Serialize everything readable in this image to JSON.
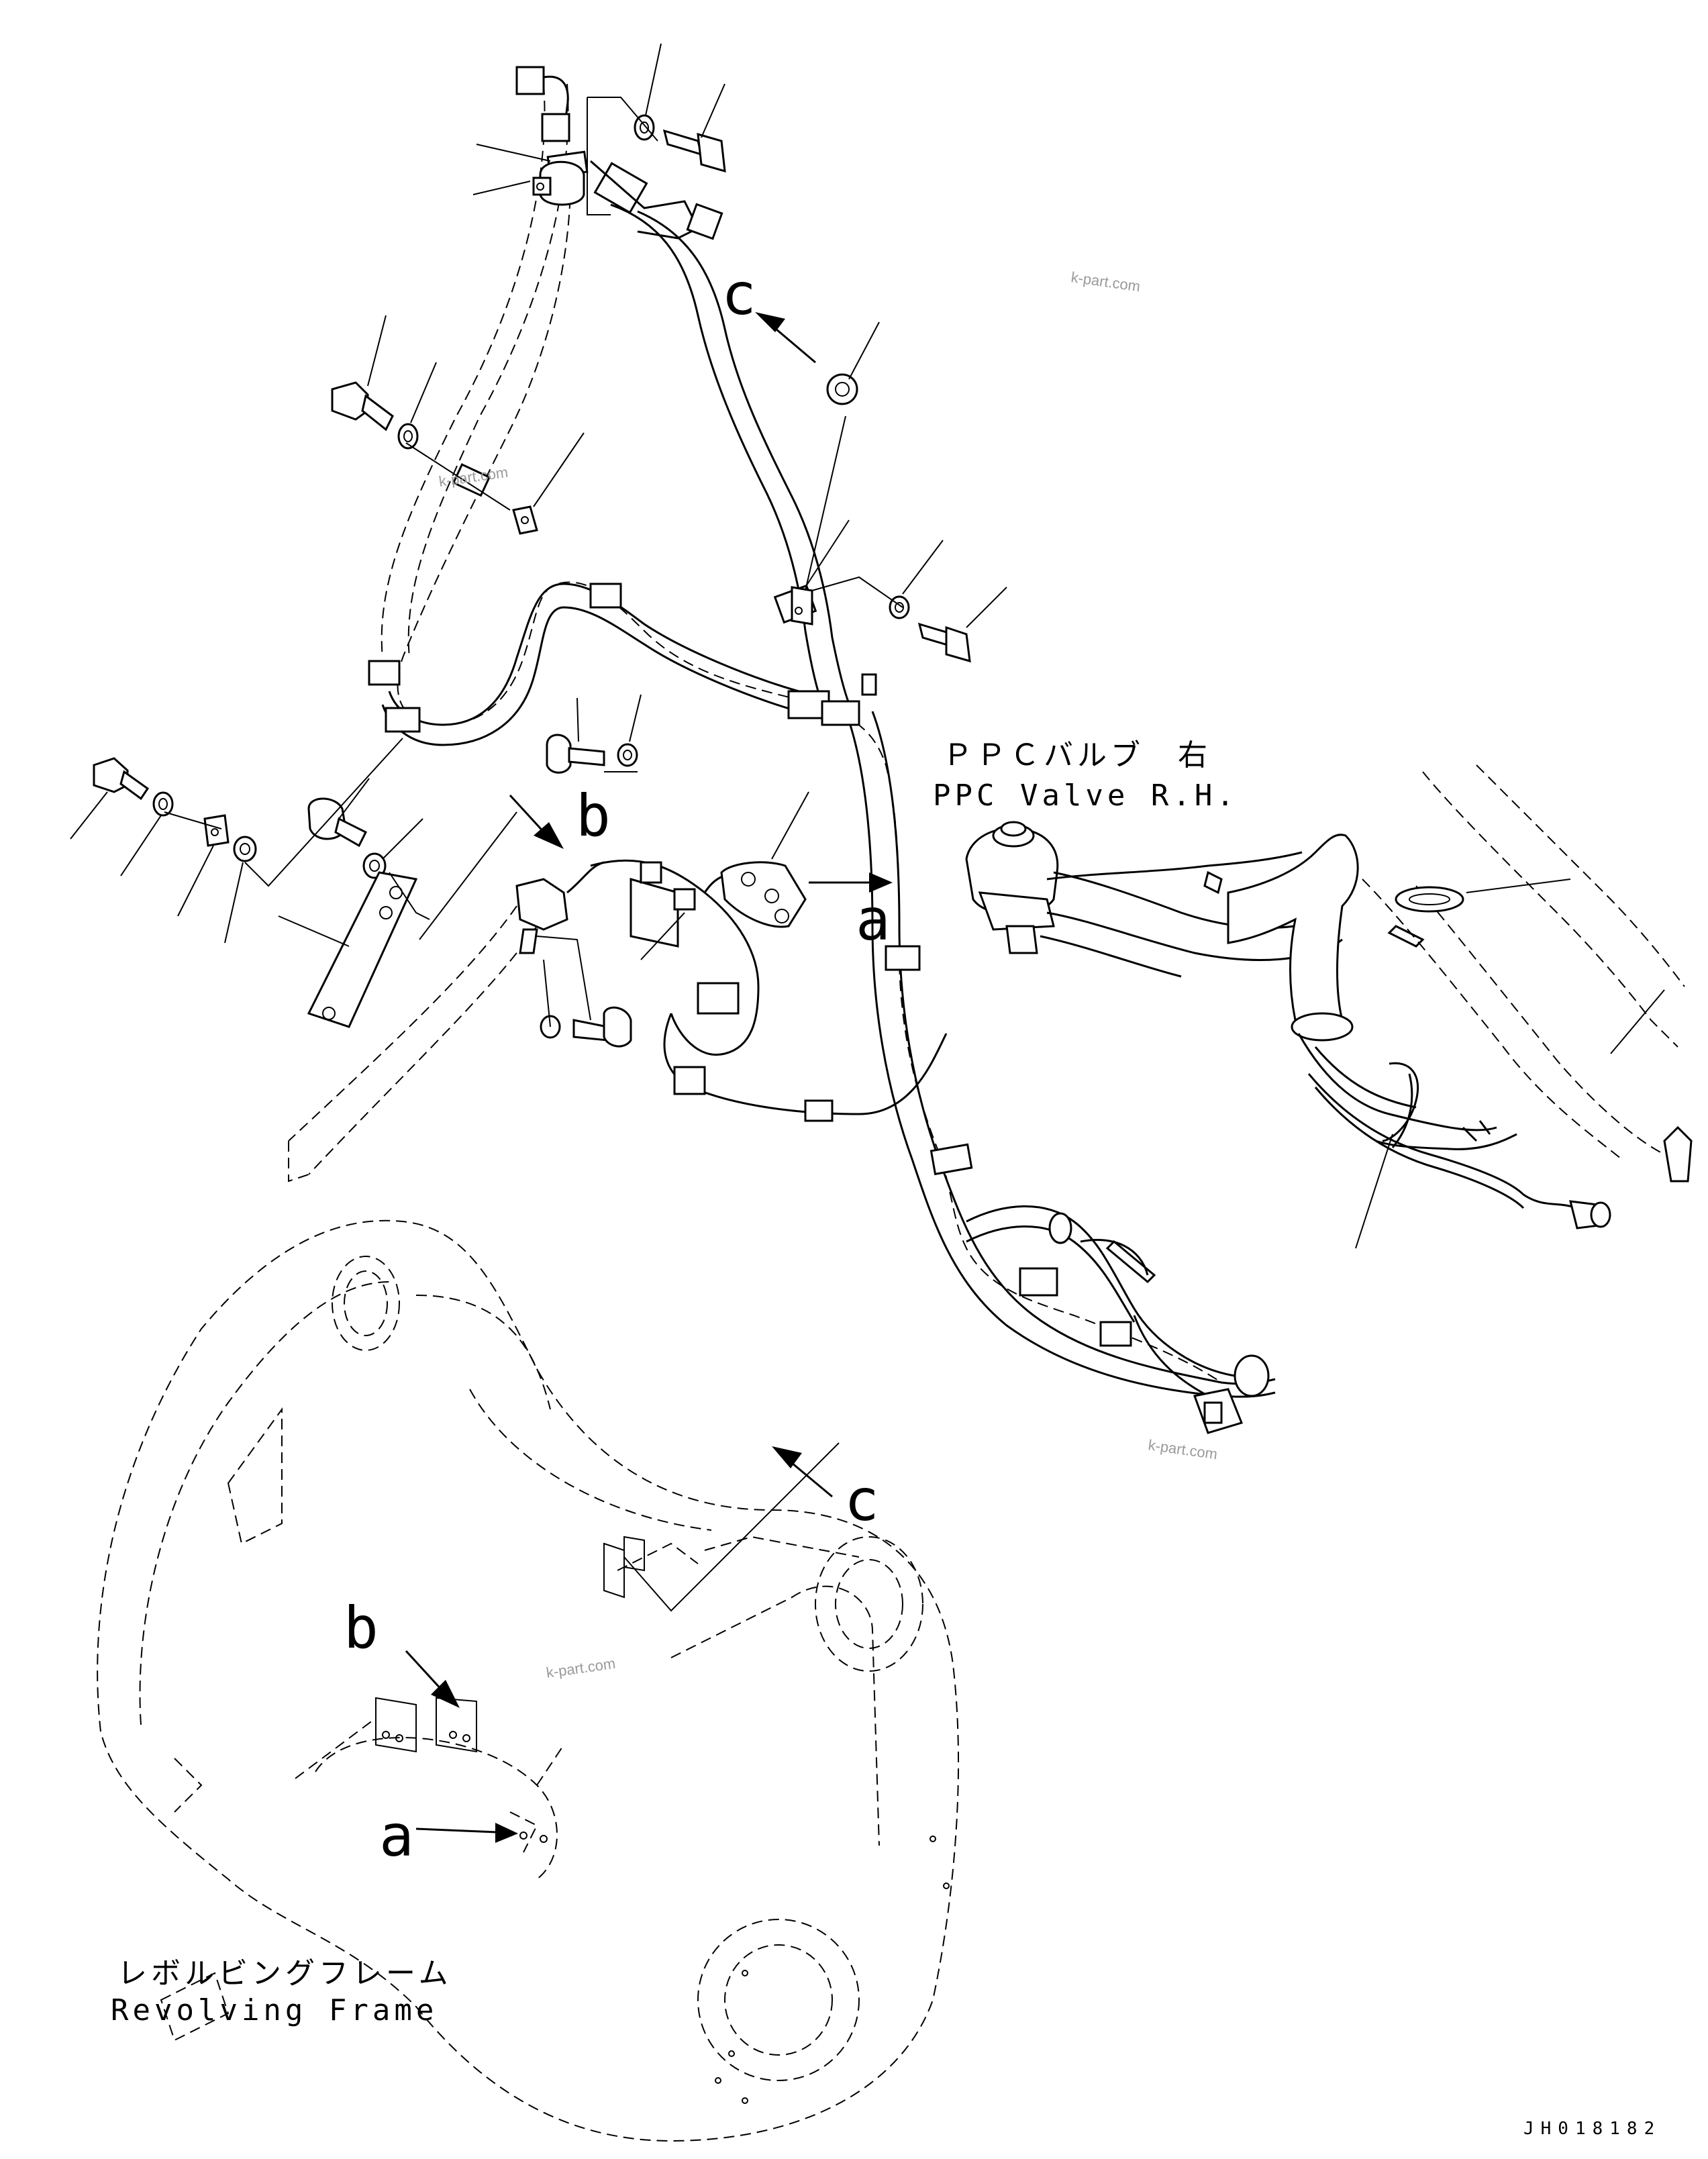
{
  "callouts": {
    "a_top": "a",
    "b_top": "b",
    "c_top": "c",
    "c_frame": "c",
    "b_frame": "b",
    "a_frame": "a"
  },
  "labels": {
    "ppc_valve_jp": "ＰＰＣバルブ　右",
    "ppc_valve_en": "PPC Valve R.H.",
    "frame_jp": "レボルビングフレーム",
    "frame_en": "Revolving Frame"
  },
  "watermarks": [
    "k-part.com",
    "k-part.com",
    "k-part.com",
    "k-part.com"
  ],
  "drawing_number": "JH018182"
}
